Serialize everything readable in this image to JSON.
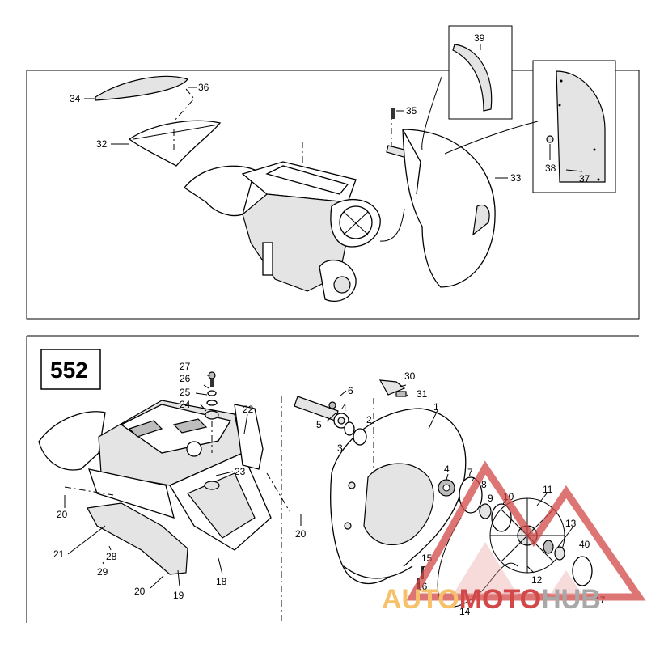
{
  "model_badge": "552",
  "callouts_top": [
    "39",
    "34",
    "36",
    "35",
    "32",
    "33",
    "38",
    "37"
  ],
  "callouts_bottom": [
    "27",
    "26",
    "25",
    "24",
    "22",
    "23",
    "20",
    "20",
    "21",
    "28",
    "29",
    "20",
    "19",
    "18",
    "6",
    "30",
    "31",
    "5",
    "4",
    "2",
    "3",
    "1",
    "4",
    "7",
    "8",
    "9",
    "10",
    "11",
    "13",
    "40",
    "15",
    "16",
    "12",
    "14",
    "17"
  ],
  "watermark": {
    "part1": "AUTO",
    "part2": "MOTO",
    "part3": "HUB"
  },
  "colors": {
    "line": "#000000",
    "watermark_red": "#d24747",
    "watermark_yellow": "#f5c26b",
    "watermark_gray": "#a8a8a8"
  }
}
